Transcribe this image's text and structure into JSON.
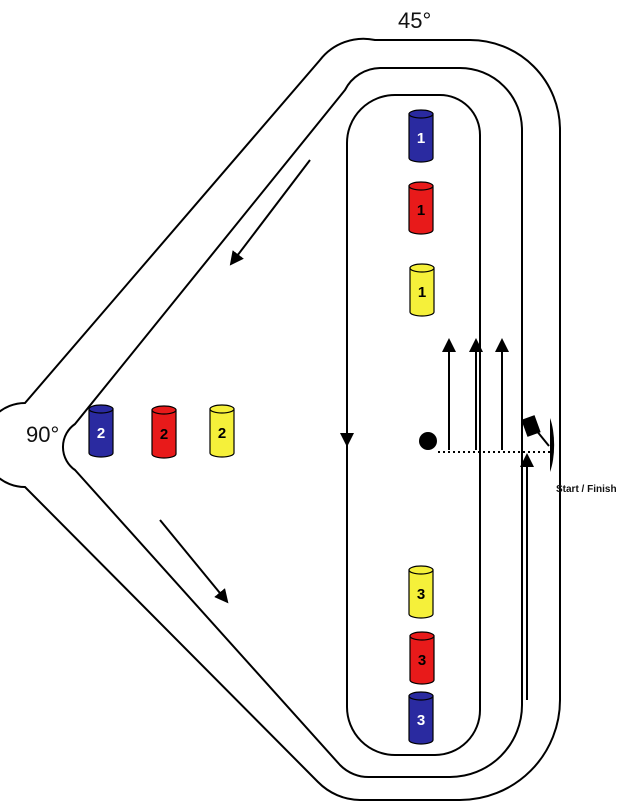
{
  "angles": {
    "top": "45°",
    "left": "90°"
  },
  "start_finish": "Start / Finish",
  "colors": {
    "blue": "#2a2aa0",
    "red": "#e81a1a",
    "yellow": "#f5f03a",
    "line": "#000000"
  },
  "barrels": [
    {
      "name": "barrel-blue-1",
      "color": "blue",
      "number": "1"
    },
    {
      "name": "barrel-red-1",
      "color": "red",
      "number": "1"
    },
    {
      "name": "barrel-yellow-1",
      "color": "yellow",
      "number": "1"
    },
    {
      "name": "barrel-blue-2",
      "color": "blue",
      "number": "2"
    },
    {
      "name": "barrel-red-2",
      "color": "red",
      "number": "2"
    },
    {
      "name": "barrel-yellow-2",
      "color": "yellow",
      "number": "2"
    },
    {
      "name": "barrel-yellow-3",
      "color": "yellow",
      "number": "3"
    },
    {
      "name": "barrel-red-3",
      "color": "red",
      "number": "3"
    },
    {
      "name": "barrel-blue-3",
      "color": "blue",
      "number": "3"
    }
  ]
}
